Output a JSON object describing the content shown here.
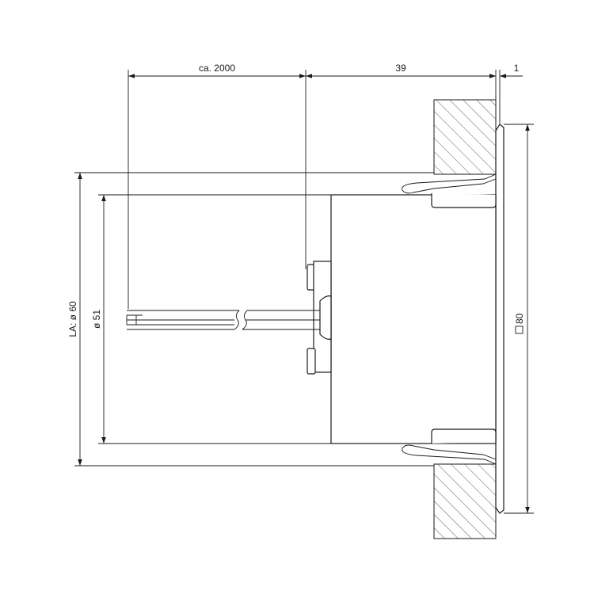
{
  "dimensions": {
    "cable_length": "ca. 2000",
    "depth": "39",
    "flange_thickness": "1",
    "cutout": "LA: ø 60",
    "body_diameter": "ø 51",
    "flange_size": "80"
  },
  "colors": {
    "line": "#1a1a1a",
    "background": "#ffffff"
  },
  "symbols": {
    "square_symbol": "square-outline"
  }
}
